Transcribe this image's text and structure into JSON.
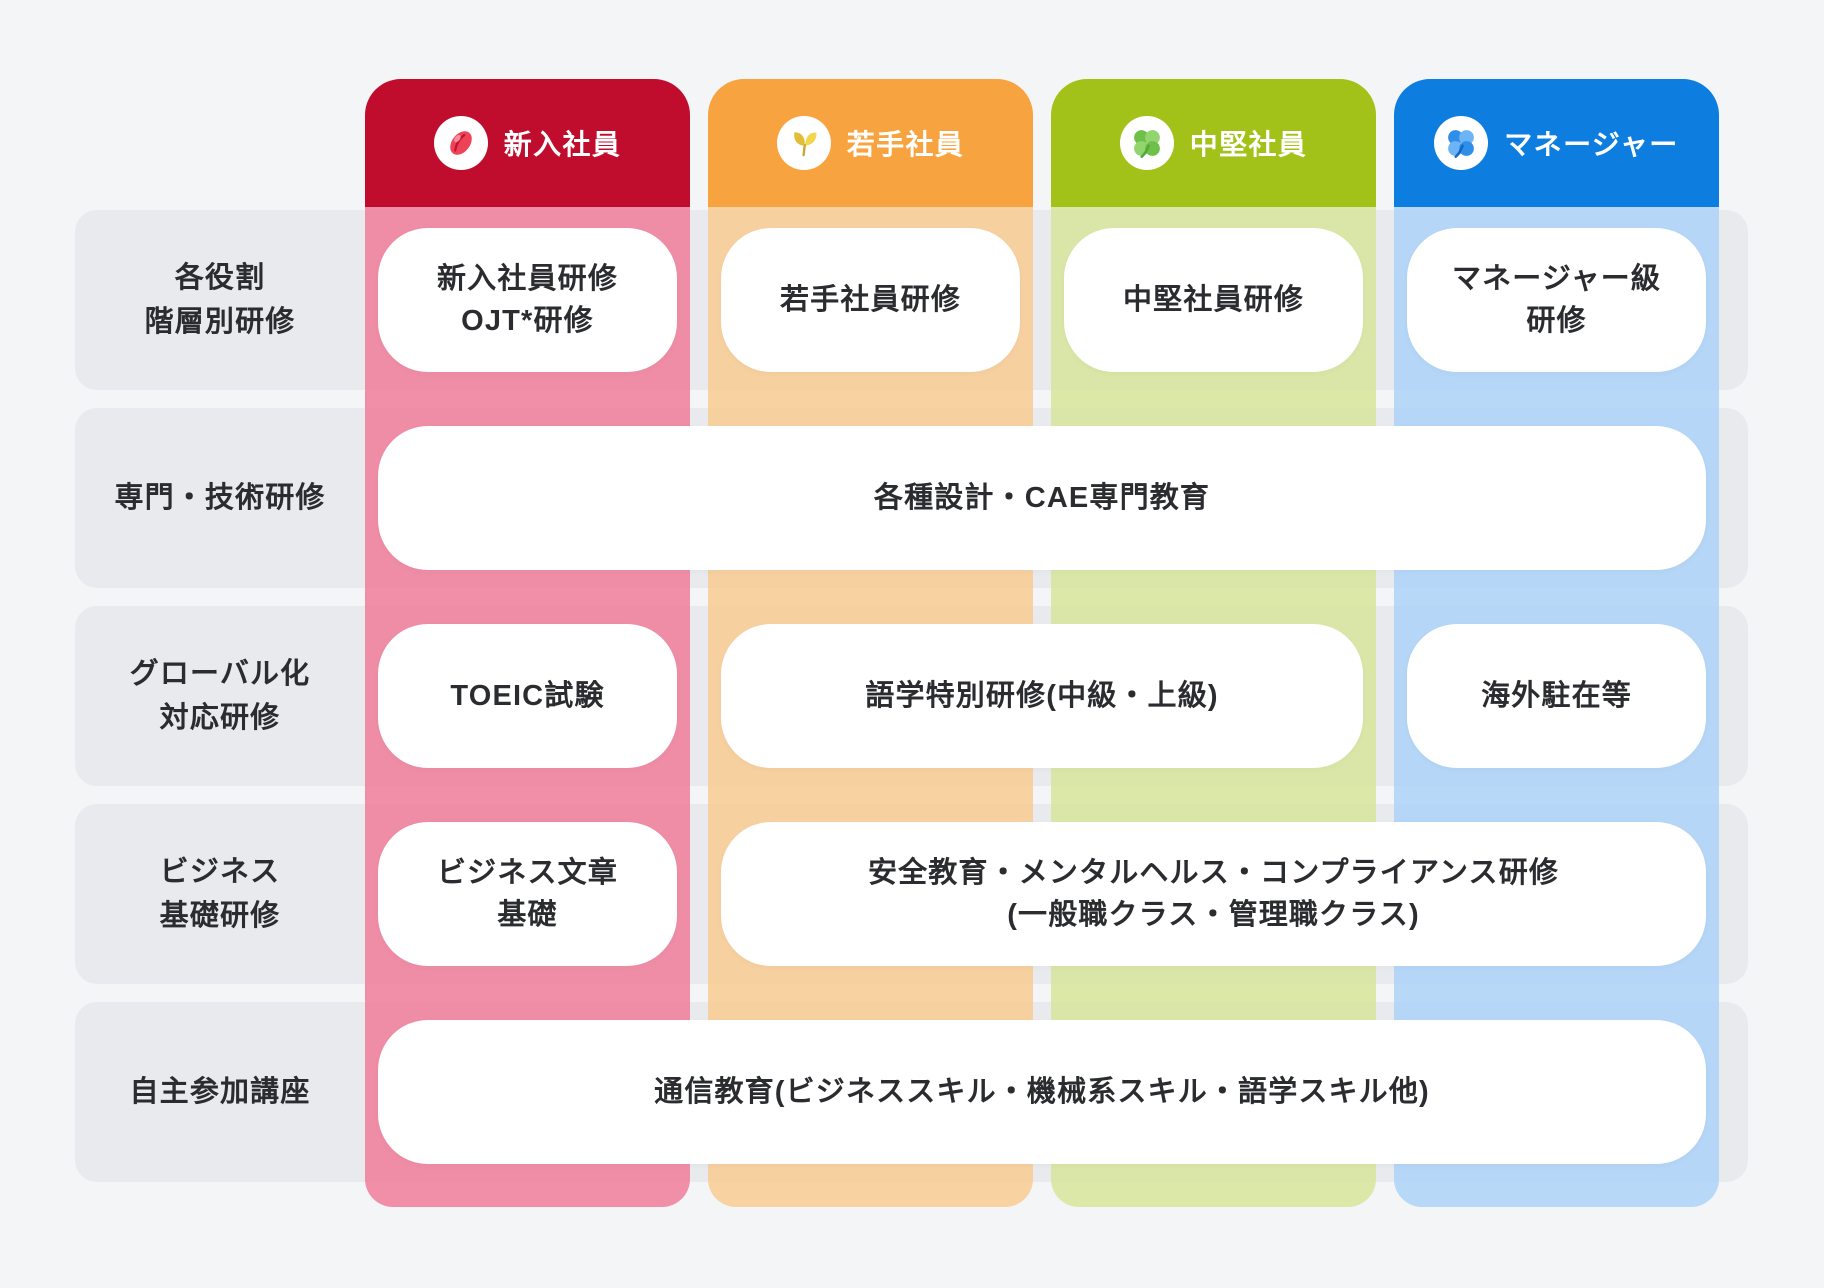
{
  "palette": {
    "background": "#f3f5f7",
    "row_band": "#e8eaed",
    "cell": "#ffffff",
    "text": "#2b2c2f"
  },
  "columns": [
    {
      "label": "新入社員",
      "icon": "seed-icon",
      "header_color": "#c00d2d",
      "band_color": "rgba(240,118,148,0.8)"
    },
    {
      "label": "若手社員",
      "icon": "sprout-icon",
      "header_color": "#f7a340",
      "band_color": "rgba(249,203,146,0.85)"
    },
    {
      "label": "中堅社員",
      "icon": "clover-icon",
      "header_color": "#a2c119",
      "band_color": "rgba(215,229,154,0.85)"
    },
    {
      "label": "マネージャー",
      "icon": "flower-icon",
      "header_color": "#0d7de0",
      "band_color": "rgba(172,210,247,0.85)"
    }
  ],
  "rows": [
    {
      "lines": [
        "各役割",
        "階層別研修"
      ]
    },
    {
      "lines": [
        "専門・技術研修"
      ]
    },
    {
      "lines": [
        "グローバル化",
        "対応研修"
      ]
    },
    {
      "lines": [
        "ビジネス",
        "基礎研修"
      ]
    },
    {
      "lines": [
        "自主参加講座"
      ]
    }
  ],
  "cells": {
    "r1c1": {
      "lines": [
        "新入社員研修",
        "OJT*研修"
      ]
    },
    "r1c2": {
      "lines": [
        "若手社員研修"
      ]
    },
    "r1c3": {
      "lines": [
        "中堅社員研修"
      ]
    },
    "r1c4": {
      "lines": [
        "マネージャー級",
        "研修"
      ]
    },
    "r2": {
      "lines": [
        "各種設計・CAE専門教育"
      ]
    },
    "r3c1": {
      "lines": [
        "TOEIC試験"
      ]
    },
    "r3c23": {
      "lines": [
        "語学特別研修(中級・上級)"
      ]
    },
    "r3c4": {
      "lines": [
        "海外駐在等"
      ]
    },
    "r4c1": {
      "lines": [
        "ビジネス文章",
        "基礎"
      ]
    },
    "r4c234": {
      "lines": [
        "安全教育・メンタルヘルス・コンプライアンス研修",
        "(一般職クラス・管理職クラス)"
      ]
    },
    "r5": {
      "lines": [
        "通信教育(ビジネススキル・機械系スキル・語学スキル他)"
      ]
    }
  }
}
